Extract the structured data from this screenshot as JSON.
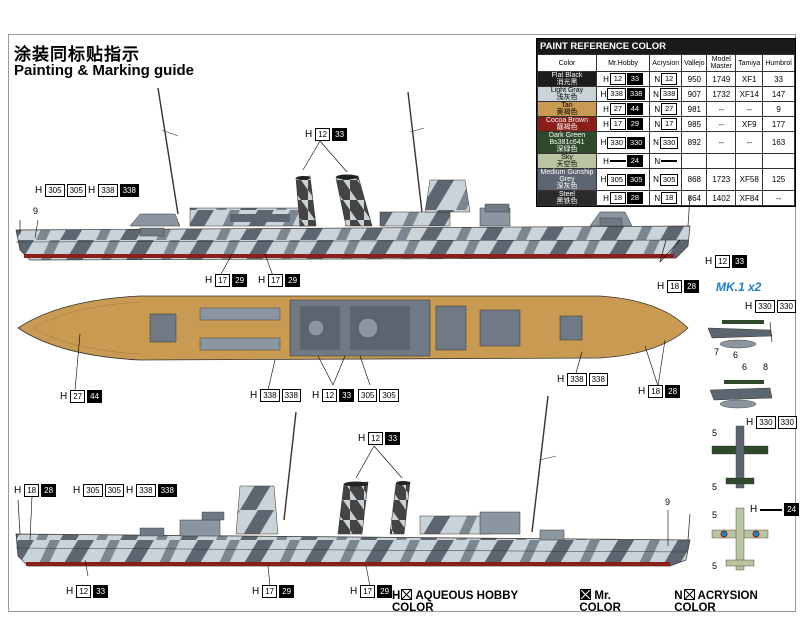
{
  "header": {
    "title_cn": "涂装同标贴指示",
    "title_en": "Painting & Marking guide"
  },
  "paint_table": {
    "title": "PAINT REFERENCE COLOR",
    "columns": [
      "Color",
      "Mr.Hobby",
      "Acrysion",
      "Vallejo",
      "Model Master",
      "Tamiya",
      "Humbrol"
    ],
    "rows": [
      {
        "name": "Flat Black",
        "name_cn": "消光黑",
        "swatch": "#1c1c1c",
        "text": "#ffffff",
        "h1": "12",
        "h2": "33",
        "n": "12",
        "vallejo": "950",
        "mm": "1749",
        "tamiya": "XF1",
        "humbrol": "33"
      },
      {
        "name": "Light Gray",
        "name_cn": "浅灰色",
        "swatch": "#c9d3d8",
        "text": "#000000",
        "h1": "338",
        "h2": "338",
        "n": "338",
        "vallejo": "907",
        "mm": "1732",
        "tamiya": "XF14",
        "humbrol": "147"
      },
      {
        "name": "Tan",
        "name_cn": "黄褐色",
        "swatch": "#c99a52",
        "text": "#000000",
        "h1": "27",
        "h2": "44",
        "n": "27",
        "vallejo": "981",
        "mm": "--",
        "tamiya": "--",
        "humbrol": "9"
      },
      {
        "name": "Cocoa Brown",
        "name_cn": "靓褐色",
        "swatch": "#8a1f1a",
        "text": "#ffffff",
        "h1": "17",
        "h2": "29",
        "n": "17",
        "vallejo": "985",
        "mm": "--",
        "tamiya": "XF9",
        "humbrol": "177"
      },
      {
        "name": "Dark Green Bs381c641",
        "name_cn": "深绿色",
        "swatch": "#2f4a2b",
        "text": "#ffffff",
        "h1": "330",
        "h2": "330",
        "n": "330",
        "vallejo": "892",
        "mm": "--",
        "tamiya": "--",
        "humbrol": "163"
      },
      {
        "name": "Sky",
        "name_cn": "天空色",
        "swatch": "#b9c4a0",
        "text": "#000000",
        "h1": "",
        "h2": "24",
        "n": "",
        "vallejo": "",
        "mm": "",
        "tamiya": "",
        "humbrol": ""
      },
      {
        "name": "Medium Gunship Grey",
        "name_cn": "深灰色",
        "swatch": "#5d6670",
        "text": "#ffffff",
        "h1": "305",
        "h2": "305",
        "n": "305",
        "vallejo": "868",
        "mm": "1723",
        "tamiya": "XF58",
        "humbrol": "125"
      },
      {
        "name": "Steel",
        "name_cn": "黑铁色",
        "swatch": "#2b2b2b",
        "text": "#ffffff",
        "h1": "18",
        "h2": "28",
        "n": "18",
        "vallejo": "864",
        "mm": "1402",
        "tamiya": "XF84",
        "humbrol": "--"
      }
    ]
  },
  "callouts": {
    "c1": {
      "h": "H",
      "a": "12",
      "b": "33"
    },
    "c2": {
      "h": "H",
      "a": "305",
      "b": "305"
    },
    "c3": {
      "h": "H",
      "a": "338",
      "b": "338"
    },
    "c4": {
      "h": "H",
      "a": "17",
      "b": "29"
    },
    "c5": {
      "h": "H",
      "a": "17",
      "b": "29"
    },
    "c6": {
      "h": "H",
      "a": "12",
      "b": "33"
    },
    "c7": {
      "h": "H",
      "a": "18",
      "b": "28"
    },
    "c8": {
      "h": "H",
      "a": "27",
      "b": "44"
    },
    "c9": {
      "h": "H",
      "a": "338",
      "b": "338"
    },
    "c10": {
      "h": "H",
      "a": "12",
      "b": "33"
    },
    "c11": {
      "h": "H",
      "a": "305",
      "b": "305"
    },
    "c12": {
      "h": "H",
      "a": "338",
      "b": "338"
    },
    "c13": {
      "h": "H",
      "a": "18",
      "b": "28"
    },
    "c14": {
      "h": "H",
      "a": "12",
      "b": "33"
    },
    "c15": {
      "h": "H",
      "a": "18",
      "b": "28"
    },
    "c16": {
      "h": "H",
      "a": "305",
      "b": "305"
    },
    "c17": {
      "h": "H",
      "a": "338",
      "b": "338"
    },
    "c18": {
      "h": "H",
      "a": "12",
      "b": "33"
    },
    "c19": {
      "h": "H",
      "a": "17",
      "b": "29"
    },
    "c20": {
      "h": "H",
      "a": "17",
      "b": "29"
    },
    "c21": {
      "h": "H",
      "a": "330",
      "b": "330"
    },
    "c22": {
      "h": "H",
      "a": "330",
      "b": "330"
    },
    "c23": {
      "h": "H",
      "a": "",
      "b": "24"
    }
  },
  "numbers": {
    "n9a": "9",
    "n9b": "9",
    "n7": "7",
    "n6a": "6",
    "n6b": "6",
    "n8": "8",
    "n5a": "5",
    "n5b": "5",
    "n5c": "5",
    "n5d": "5"
  },
  "aircraft": {
    "title": "MK.1 x2"
  },
  "legend": {
    "aqueous": "AQUEOUS HOBBY COLOR",
    "mr": "Mr. COLOR",
    "acrysion": "ACRYSION COLOR",
    "h": "H",
    "n": "N"
  },
  "colors": {
    "hull_gray": "#c9d3d8",
    "dark_gray": "#5d6670",
    "deck_tan": "#c99a52",
    "boot_red": "#8a1f1a",
    "accent_blue": "#1e7ec8"
  }
}
